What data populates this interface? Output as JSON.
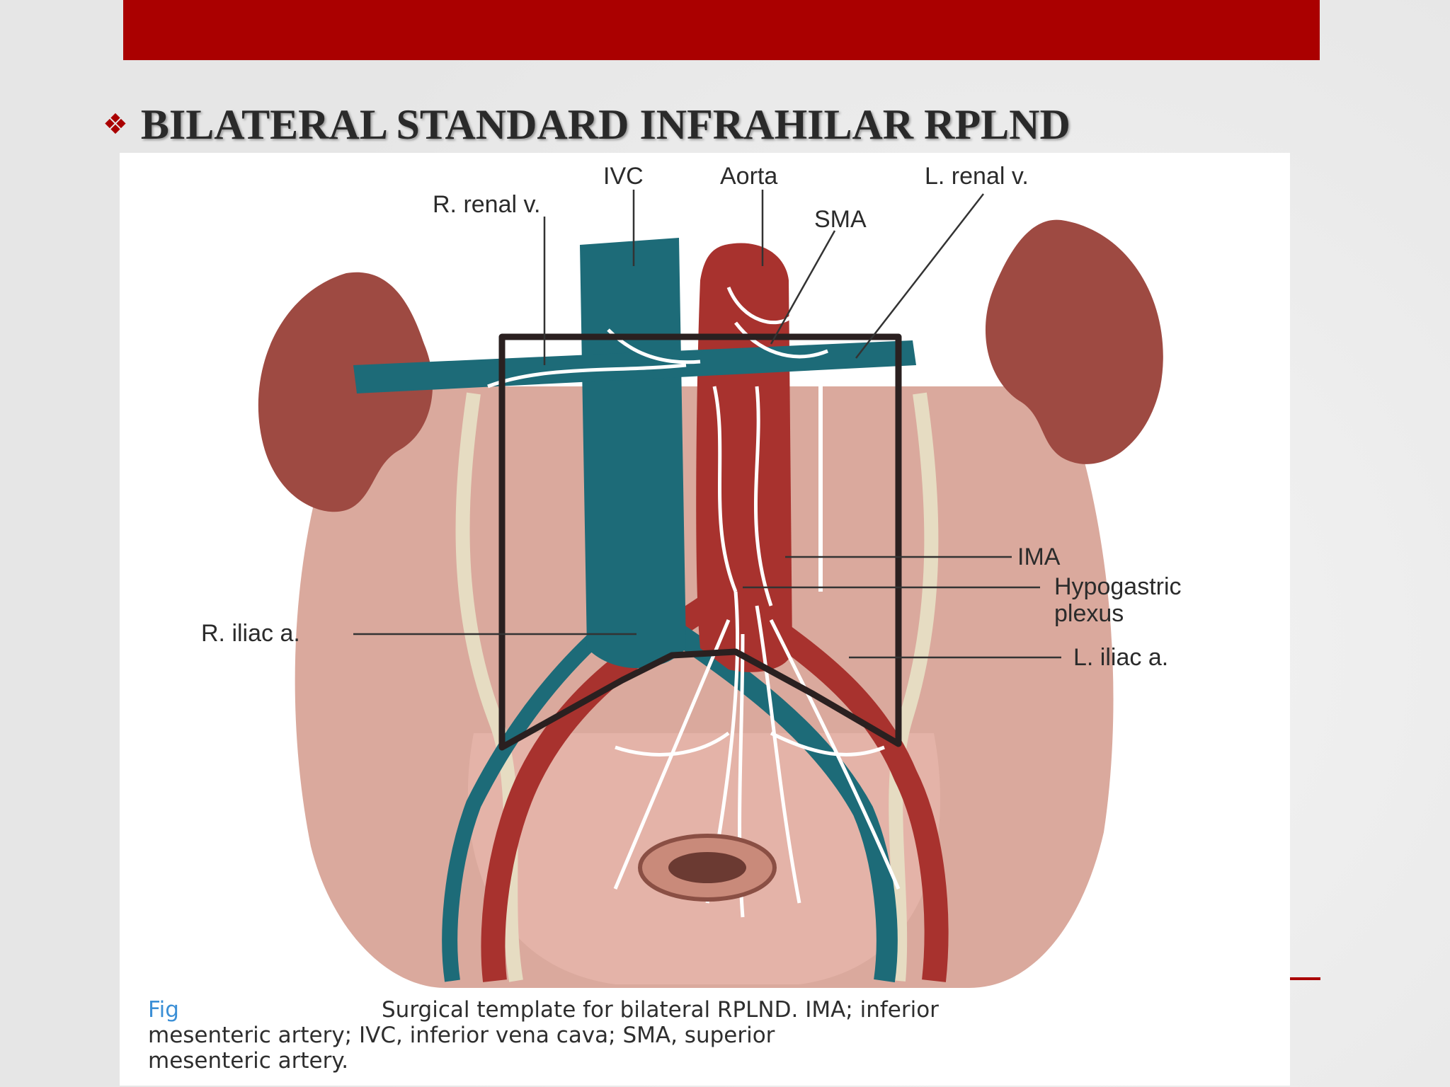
{
  "slide": {
    "title": "BILATERAL STANDARD INFRAHILAR RPLND",
    "bullet_icon": "❖",
    "colors": {
      "accent": "#aa0000",
      "title": "#2a2a2a"
    }
  },
  "figure": {
    "labels": {
      "ivc": "IVC",
      "aorta": "Aorta",
      "l_renal_v": "L. renal v.",
      "r_renal_v": "R. renal v.",
      "sma": "SMA",
      "ima": "IMA",
      "hypogastric_1": "Hypogastric",
      "hypogastric_2": "plexus",
      "r_iliac": "R. iliac a.",
      "l_iliac": "L. iliac a."
    },
    "caption": {
      "fig_prefix": "Fig",
      "line1": "Surgical template for bilateral RPLND. IMA; inferior",
      "line2": "mesenteric artery; IVC, inferior vena cava; SMA, superior",
      "line3": "mesenteric artery.",
      "fig_color": "#3b8fd6"
    },
    "colors": {
      "kidney": "#9e4a42",
      "vein": "#1d6b78",
      "artery": "#a8322e",
      "nerve": "#ffffff",
      "ureter": "#e6dcc2",
      "muscle": "#d49a8c",
      "template": "#2a2020"
    }
  }
}
